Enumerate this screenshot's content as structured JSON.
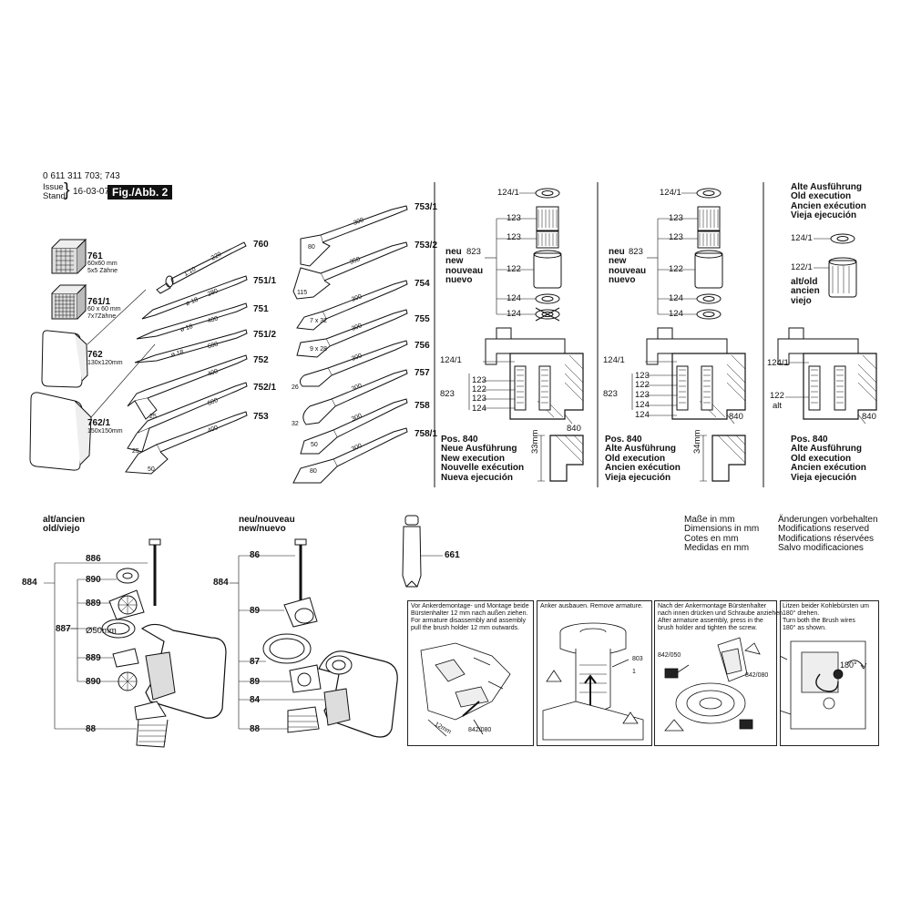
{
  "header": {
    "part_number": "0 611 311 703; 743",
    "issue_label": "Issue",
    "stand_label": "Stand",
    "date": "16-03-07",
    "fig_label": "Fig./Abb. 2"
  },
  "accessories": {
    "pad_761": {
      "num": "761",
      "line1": "60x60 mm",
      "line2": "5x5 Zähne"
    },
    "pad_761_1": {
      "num": "761/1",
      "line1": "60 x 60 mm",
      "line2": "7x7Zähne"
    },
    "pad_762": {
      "num": "762",
      "line1": "130x120mm"
    },
    "pad_762_1": {
      "num": "762/1",
      "line1": "150x150mm"
    },
    "chisels": [
      {
        "num": "760",
        "mark": "220",
        "mark2": "1:10"
      },
      {
        "num": "751/1",
        "mark": "280",
        "mark2": "ø 18"
      },
      {
        "num": "751",
        "mark": "400",
        "mark2": "ø 18"
      },
      {
        "num": "751/2",
        "mark": "600",
        "mark2": "ø 18"
      },
      {
        "num": "752",
        "mark": "400",
        "mark2": "25"
      },
      {
        "num": "752/1",
        "mark": "600",
        "mark2": "25"
      },
      {
        "num": "753",
        "mark": "400",
        "mark2": "50"
      }
    ],
    "chisels_right": [
      {
        "num": "753/1",
        "mark": "300",
        "mark2": "80"
      },
      {
        "num": "753/2",
        "mark": "350",
        "mark2": "115"
      },
      {
        "num": "754",
        "mark": "300",
        "mark2": "7 x 32"
      },
      {
        "num": "755",
        "mark": "300",
        "mark2": "9 x 28"
      },
      {
        "num": "756",
        "mark": "300",
        "mark2": "26"
      },
      {
        "num": "757",
        "mark": "300",
        "mark2": "32"
      },
      {
        "num": "758",
        "mark": "300",
        "mark2": "50"
      },
      {
        "num": "758/1",
        "mark": "300",
        "mark2": "80"
      }
    ]
  },
  "columns": {
    "new_label": [
      "neu",
      "new",
      "nouveau",
      "nuevo"
    ],
    "new_num": "823",
    "parts_a": [
      "124/1",
      "123",
      "123",
      "122",
      "124",
      "124"
    ],
    "assembly_a": [
      "124/1",
      "123",
      "122",
      "123",
      "124"
    ],
    "assembly_num": "823",
    "num_840": "840",
    "pos": "Pos. 840",
    "new_exec": [
      "Neue Ausführung",
      "New execution",
      "Nouvelle exécution",
      "Nueva ejecución"
    ],
    "old_exec": [
      "Alte Ausführung",
      "Old execution",
      "Ancien exécution",
      "Vieja ejecución"
    ],
    "dim_a": "33mm",
    "dim_b": "34mm",
    "alt_old_title": [
      "Alte Ausführung",
      "Old execution",
      "Ancien exécution",
      "Vieja ejecución"
    ],
    "col3_top": "124/1",
    "col3_122": "122/1",
    "col3_alt": [
      "alt/old",
      "ancien",
      "viejo"
    ],
    "col3_assembly_124": "124/1",
    "col3_assembly_122": "122",
    "col3_assembly_alt": "alt"
  },
  "handles": {
    "old_title": [
      "alt/ancien",
      "old/viejo"
    ],
    "new_title": [
      "neu/nouveau",
      "new/nuevo"
    ],
    "old_group": "884",
    "old_sub": "887",
    "old_parts": [
      "886",
      "890",
      "889",
      "889",
      "890",
      "88"
    ],
    "old_dia": "Ø50mm",
    "new_group": "884",
    "new_parts": [
      "86",
      "89",
      "87",
      "89",
      "84",
      "88"
    ],
    "tube": "661"
  },
  "notes": {
    "dims": [
      "Maße in mm",
      "Dimensions in mm",
      "Cotes en mm",
      "Medidas en mm"
    ],
    "mods": [
      "Änderungen vorbehalten",
      "Modifications reserved",
      "Modifications réservées",
      "Salvo modificaciones"
    ]
  },
  "instructions": [
    {
      "text": [
        "Vor Ankerdemontage- und Montage beide",
        "Bürstenhalter 12 mm nach außen ziehen.",
        "For armature disassembly and assembly",
        "pull the brush holder 12 mm outwards."
      ],
      "labels": [
        "12mm",
        "842/080"
      ]
    },
    {
      "text": [
        "Anker ausbauen. Remove armature."
      ],
      "labels": [
        "803",
        "1"
      ]
    },
    {
      "text": [
        "Nach der Ankermontage Bürstenhalter",
        "nach innen drücken und Schraube anziehen.",
        "After armature assembly, press in the",
        "brush holder and tighten the screw."
      ],
      "labels": [
        "842/050",
        "842/080"
      ]
    },
    {
      "text": [
        "Litzen beider Kohlebürsten um",
        "180° drehen.",
        "Turn both the Brush wires",
        "180° as shown."
      ],
      "labels": [
        "180°"
      ]
    }
  ]
}
